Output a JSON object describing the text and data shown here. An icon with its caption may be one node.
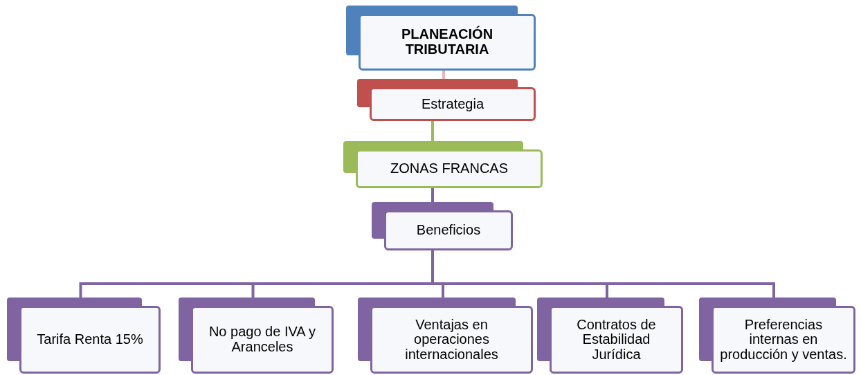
{
  "diagram": {
    "nodes": [
      {
        "text": [
          "PLANEACIÓN TRIBUTARIA"
        ]
      },
      {
        "text": [
          "Estrategia"
        ]
      },
      {
        "text": [
          "ZONAS FRANCAS"
        ]
      },
      {
        "text": [
          "Beneficios"
        ]
      },
      {
        "text": [
          "Tarifa Renta 15%"
        ]
      },
      {
        "text": [
          "No pago de IVA y Aranceles"
        ]
      },
      {
        "text": [
          "Ventajas en operaciones internacionales"
        ]
      },
      {
        "text": [
          "Contratos de Estabilidad Jurídica"
        ]
      },
      {
        "text": [
          "Preferencias internas en producción y ventas."
        ]
      }
    ],
    "edges": [
      {
        "from": 0,
        "to": 1,
        "arrow": "none",
        "color": "#e6b9b8"
      },
      {
        "from": 1,
        "to": 2,
        "arrow": "none",
        "color": "#9bbb59"
      },
      {
        "from": 2,
        "to": 3,
        "arrow": "none"
      },
      {
        "from": 3,
        "to": 4,
        "arrow": "none"
      },
      {
        "from": 3,
        "to": 5,
        "arrow": "none"
      },
      {
        "from": 3,
        "to": 6,
        "arrow": "none"
      },
      {
        "from": 3,
        "to": 7,
        "arrow": "none"
      },
      {
        "from": 3,
        "to": 8,
        "arrow": "none"
      }
    ]
  }
}
